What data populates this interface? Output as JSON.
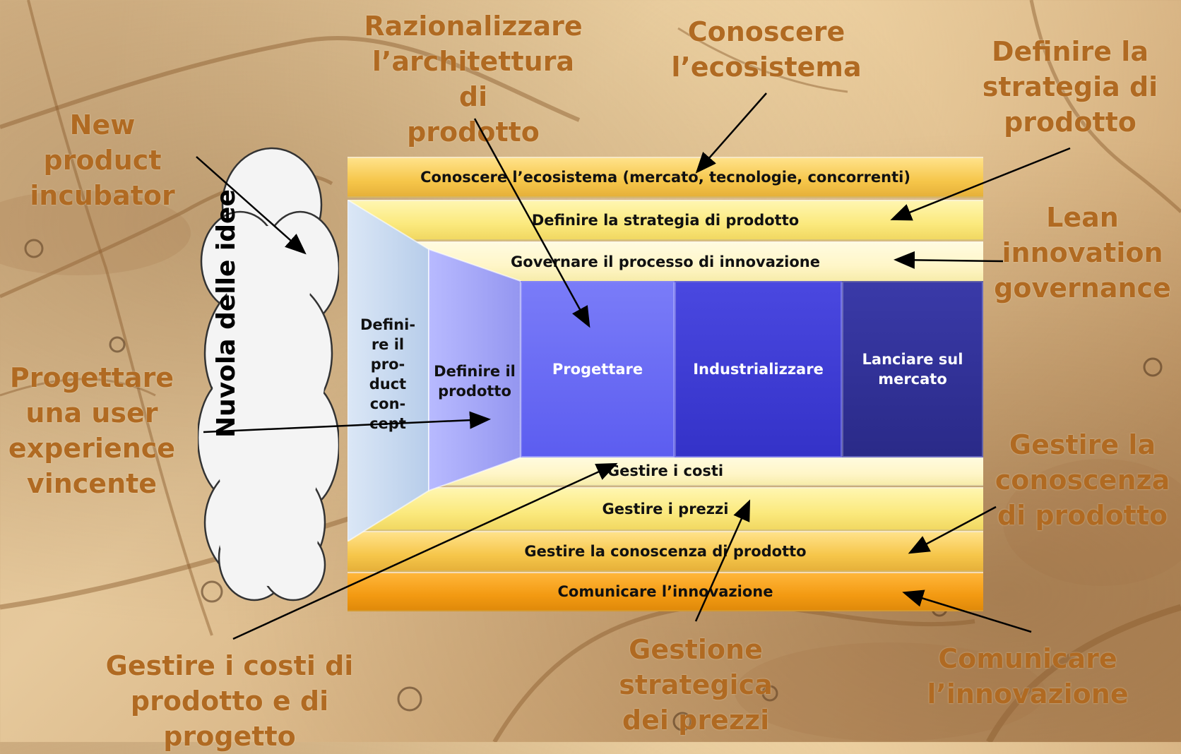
{
  "colors": {
    "label": "#b06a22",
    "gold": "#f6c64a",
    "orange": "#f39a12",
    "blue1": "#c5d7ee",
    "blue2": "#a6a8f7",
    "blue3": "#6a6af0",
    "blue4": "#3c3ad6",
    "blue5": "#2e2f9a"
  },
  "cloud": {
    "text": "Nuvola delle idee"
  },
  "bands": {
    "ecosistema": "Conoscere l’ecosistema (mercato, tecnologie, concorrenti)",
    "strategia": "Definire la strategia di prodotto",
    "governare": "Governare il processo di innovazione",
    "costi": "Gestire i costi",
    "prezzi": "Gestire i prezzi",
    "conoscenza": "Gestire la conoscenza di prodotto",
    "comunicare": "Comunicare l’innovazione"
  },
  "phases": {
    "concept": "Defini-\nre il\npro-\nduct\ncon-\ncept",
    "prodotto": "Definire il\nprodotto",
    "progettare": "Progettare",
    "industrializzare": "Industrializzare",
    "lanciare": "Lanciare sul\nmercato"
  },
  "labels": {
    "razionalizzare": "Razionalizzare\nl’architettura di\nprodotto",
    "conoscere": "Conoscere\nl’ecosistema",
    "definire_strategia": "Definire la\nstrategia di\nprodotto",
    "new_product": "New\nproduct\nincubator",
    "lean": "Lean\ninnovation\ngovernance",
    "progettare_ux": "Progettare\nuna user\nexperience\nvincente",
    "gestire_conoscenza": "Gestire la\nconoscenza\ndi prodotto",
    "gestire_costi": "Gestire i costi di\nprodotto e di progetto",
    "gestione_prezzi": "Gestione\nstrategica\ndei prezzi",
    "comunicare": "Comunicare\nl’innovazione"
  }
}
